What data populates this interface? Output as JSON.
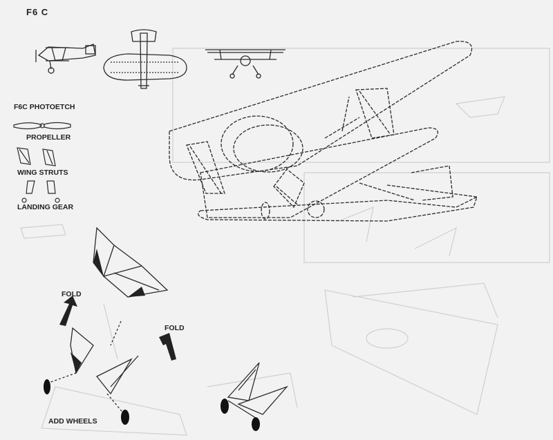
{
  "labels": {
    "title": "F6 C",
    "photoetch": "F6C PHOTOETCH",
    "propeller": "PROPELLER",
    "wing_struts": "WING STRUTS",
    "landing_gear": "LANDING GEAR",
    "fold_left": "FOLD",
    "fold_right": "FOLD",
    "add_wheels": "ADD WHEELS"
  },
  "colors": {
    "paper": "#f2f2f2",
    "ink": "#2a2a2a",
    "ghost": "#c9c9c9"
  }
}
